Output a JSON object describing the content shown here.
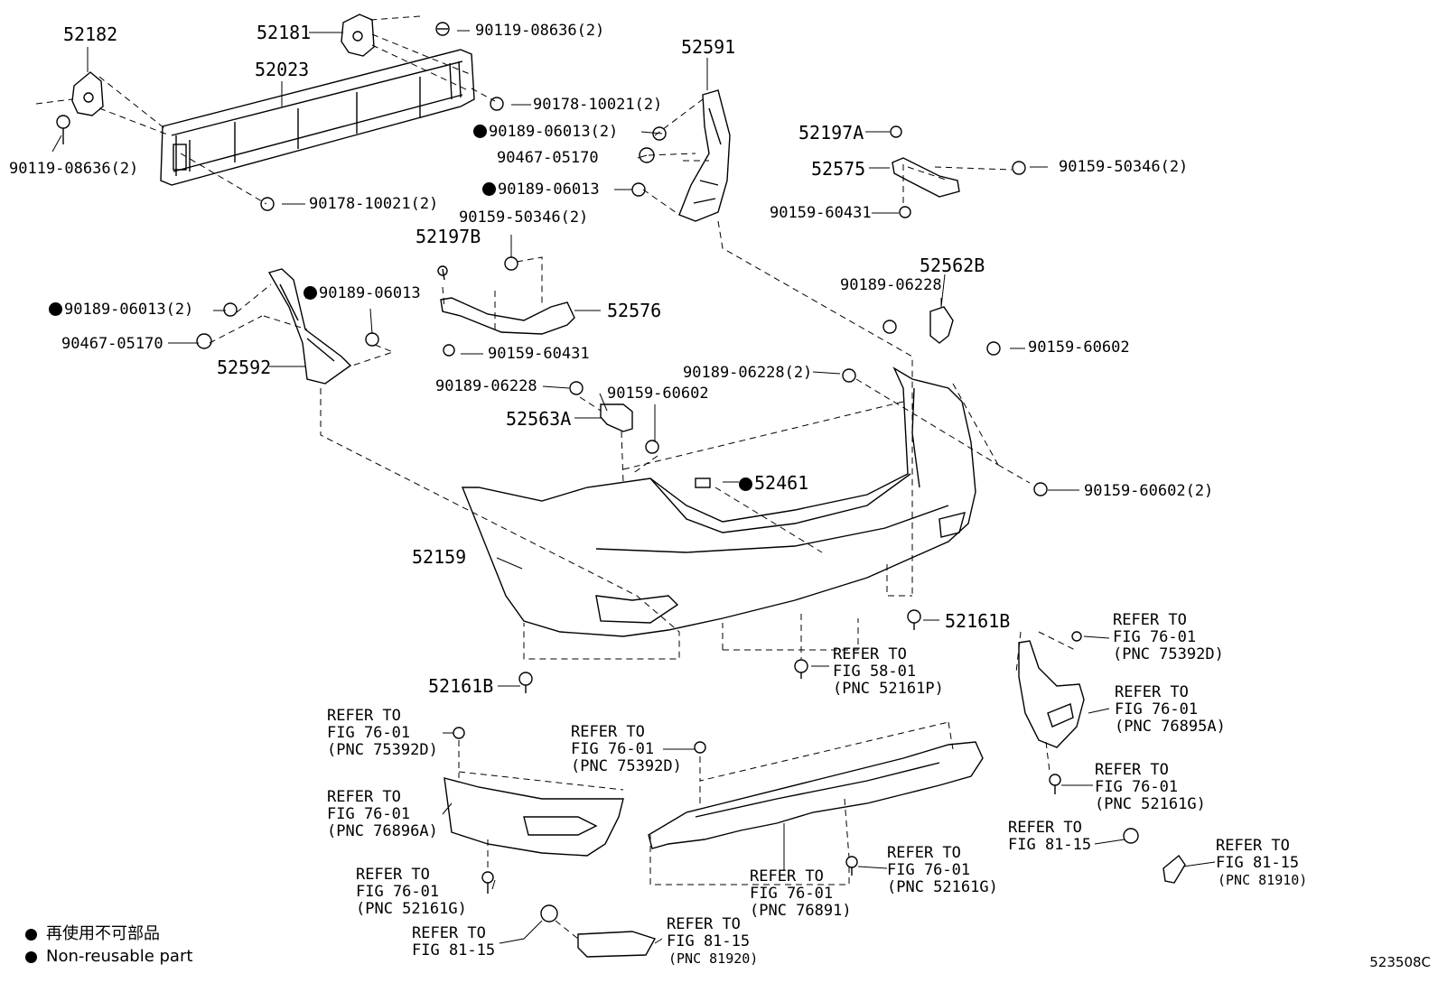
{
  "diagram": {
    "labels": {
      "p52182": "52182",
      "p52181": "52181",
      "p52023": "52023",
      "p90119a": "90119-08636(2)",
      "p90119b": "90119-08636(2)",
      "p90178a": "90178-10021(2)",
      "p90178b": "90178-10021(2)",
      "p52591": "52591",
      "p90189a": "90189-06013(2)",
      "p90467a": "90467-05170",
      "p90189b": "90189-06013",
      "p90159a": "90159-50346(2)",
      "p52197B": "52197B",
      "p52197A": "52197A",
      "p52575": "52575",
      "p90159b": "90159-50346(2)",
      "p90159c": "90159-60431",
      "p52562B": "52562B",
      "p90189c": "90189-06228",
      "p90159d": "90159-60602",
      "p90189d": "90189-06013(2)",
      "p90189e": "90189-06013",
      "p90467b": "90467-05170",
      "p52592": "52592",
      "p52576": "52576",
      "p90159e": "90159-60431",
      "p90189f": "90189-06228",
      "p90159f": "90159-60602",
      "p90189g": "90189-06228(2)",
      "p52563A": "52563A",
      "p52461": "52461",
      "p90159g": "90159-60602(2)",
      "p52159": "52159",
      "p52161Ba": "52161B",
      "p52161Bb": "52161B",
      "ref1": "REFER TO\nFIG 76-01\n(PNC 75392D)",
      "ref2": "REFER TO\nFIG 76-01\n(PNC 76895A)",
      "ref3": "REFER TO\nFIG 58-01\n(PNC 52161P)",
      "ref4": "REFER TO\nFIG 76-01\n(PNC 52161G)",
      "ref5": "REFER TO\nFIG 76-01\n(PNC 75392D)",
      "ref6": "REFER TO\nFIG 76-01\n(PNC 75392D)",
      "ref7": "REFER TO\nFIG 76-01\n(PNC 76896A)",
      "ref8": "REFER TO\nFIG 81-15",
      "ref9a": "REFER TO\nFIG 81-15",
      "ref9b": "(PNC 81910)",
      "ref10": "REFER TO\nFIG 76-01\n(PNC 52161G)",
      "ref11": "REFER TO\nFIG 76-01\n(PNC 76891)",
      "ref12": "REFER TO\nFIG 76-01\n(PNC 52161G)",
      "ref13": "REFER TO\nFIG 81-15",
      "ref14a": "REFER TO\nFIG 81-15",
      "ref14b": "(PNC 81920)"
    },
    "legend": {
      "jp": "再使用不可部品",
      "en": "Non-reusable part"
    },
    "figure_code": "523508C"
  }
}
